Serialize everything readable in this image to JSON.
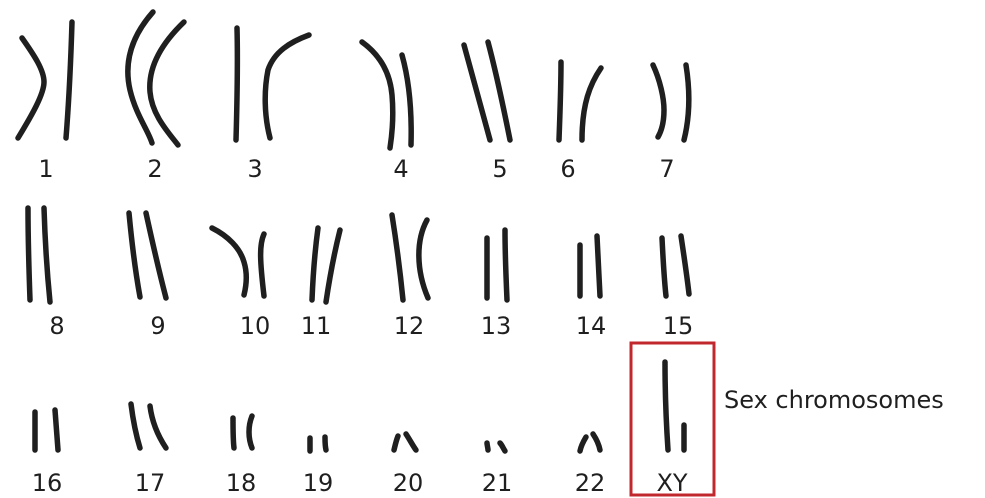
{
  "pairs": [
    {
      "label": "1"
    },
    {
      "label": "2"
    },
    {
      "label": "3"
    },
    {
      "label": "4"
    },
    {
      "label": "5"
    },
    {
      "label": "6"
    },
    {
      "label": "7"
    },
    {
      "label": "8"
    },
    {
      "label": "9"
    },
    {
      "label": "10"
    },
    {
      "label": "11"
    },
    {
      "label": "12"
    },
    {
      "label": "13"
    },
    {
      "label": "14"
    },
    {
      "label": "15"
    },
    {
      "label": "16"
    },
    {
      "label": "17"
    },
    {
      "label": "18"
    },
    {
      "label": "19"
    },
    {
      "label": "20"
    },
    {
      "label": "21"
    },
    {
      "label": "22"
    }
  ],
  "sex_pair": {
    "label": "XY"
  },
  "callout": "Sex chromosomes",
  "colors": {
    "chromosome": "#1f1f1f",
    "highlight_box": "#c0282e",
    "text": "#1f1f1f"
  }
}
